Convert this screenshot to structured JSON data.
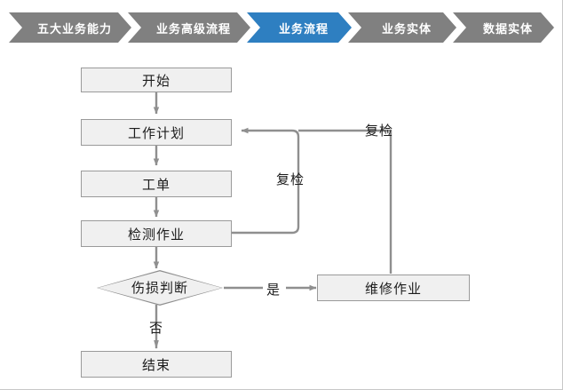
{
  "breadcrumb": {
    "colors": {
      "inactive": "#808080",
      "active": "#2E7FC1",
      "text": "#FFFFFF"
    },
    "items": [
      {
        "label": "五大业务能力",
        "active": false
      },
      {
        "label": "业务高级流程",
        "active": false
      },
      {
        "label": "业务流程",
        "active": true
      },
      {
        "label": "业务实体",
        "active": false
      },
      {
        "label": "数据实体",
        "active": false
      }
    ]
  },
  "flowchart": {
    "colors": {
      "node_fill": "#F0F0F0",
      "node_border": "#9A9A9A",
      "connector": "#8F8F8F",
      "text": "#1C1C1C"
    },
    "nodes": [
      {
        "id": "start",
        "label": "开始",
        "shape": "rect"
      },
      {
        "id": "work_plan",
        "label": "工作计划",
        "shape": "rect"
      },
      {
        "id": "work_order",
        "label": "工单",
        "shape": "rect"
      },
      {
        "id": "inspection",
        "label": "检测作业",
        "shape": "rect"
      },
      {
        "id": "damage",
        "label": "伤损判断",
        "shape": "diamond"
      },
      {
        "id": "repair",
        "label": "维修作业",
        "shape": "rect"
      },
      {
        "id": "end",
        "label": "结束",
        "shape": "rect"
      }
    ],
    "edge_labels": [
      {
        "id": "recheck_inner",
        "label": "复检"
      },
      {
        "id": "recheck_outer",
        "label": "复检"
      },
      {
        "id": "yes",
        "label": "是"
      },
      {
        "id": "no",
        "label": "否"
      }
    ]
  }
}
